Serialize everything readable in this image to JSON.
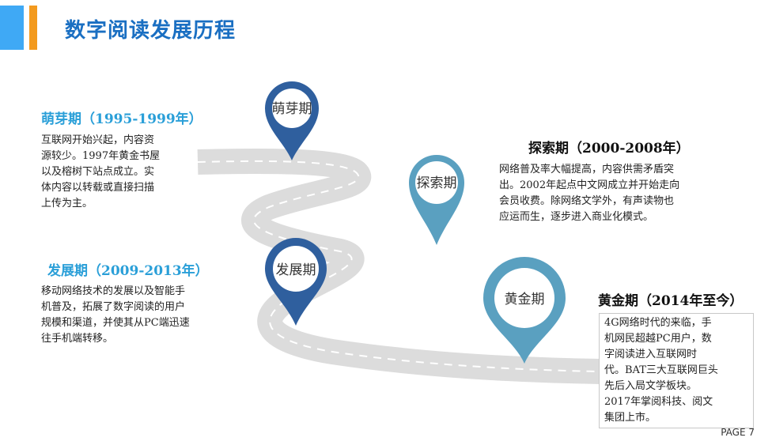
{
  "title": "数字阅读发展历程",
  "colors": {
    "title": "#1a6fc2",
    "heading_blue": "#2a9fd8",
    "pin_dark": "#2f5f9e",
    "pin_light": "#5aa0c0",
    "road": "#dcdcdc",
    "accent_blue": "#3fa9f5",
    "accent_orange": "#f39a1e"
  },
  "pins": [
    {
      "label": "萌芽期"
    },
    {
      "label": "探索期"
    },
    {
      "label": "发展期"
    },
    {
      "label": "黄金期"
    }
  ],
  "periods": [
    {
      "heading": "萌芽期（1995-1999年）",
      "lines": [
        "互联网开始兴起，内容资",
        "源较少。1997年黄金书屋",
        "以及榕树下站点成立。实",
        "体内容以转载或直接扫描",
        "上传为主。"
      ]
    },
    {
      "heading": "探索期（2000-2008年）",
      "lines": [
        "网络普及率大幅提高，内容供需矛盾突",
        "出。2002年起点中文网成立并开始走向",
        "会员收费。除网络文学外，有声读物也",
        "应运而生，逐步进入商业化模式。"
      ]
    },
    {
      "heading": "发展期（2009-2013年）",
      "lines": [
        "移动网络技术的发展以及智能手",
        "机普及，拓展了数字阅读的用户",
        "规模和渠道，并使其从PC端迅速",
        "往手机端转移。"
      ]
    },
    {
      "heading": "黄金期（2014年至今）",
      "lines": [
        "4G网络时代的来临，手",
        "机网民超越PC用户，数",
        "字阅读进入互联网时",
        "代。BAT三大互联网巨头",
        "先后入局文学板块。",
        "2017年掌阅科技、阅文",
        "集团上市。"
      ]
    }
  ],
  "page_label": "PAGE 7"
}
